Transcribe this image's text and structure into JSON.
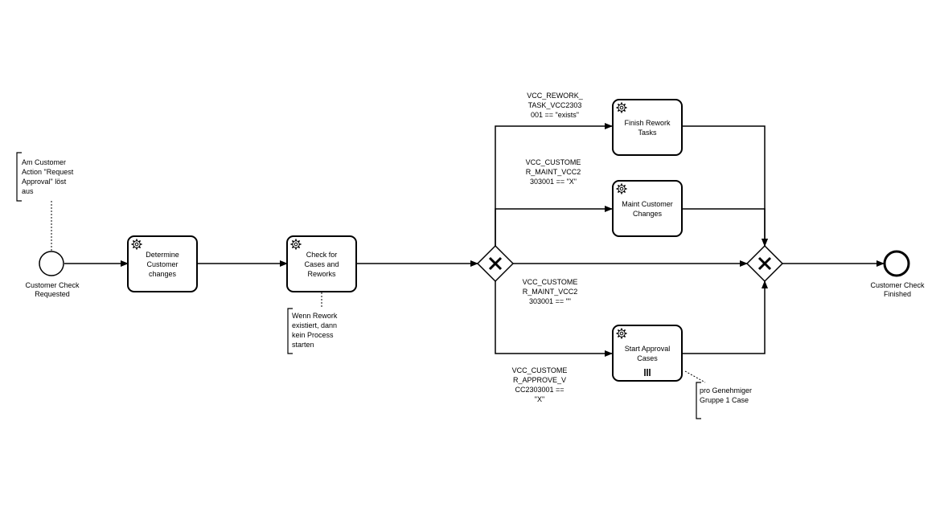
{
  "events": {
    "start": {
      "label": "Customer Check Requested"
    },
    "end": {
      "label": "Customer Check Finished"
    }
  },
  "tasks": {
    "determine": {
      "label": "Determine Customer changes",
      "icon": "gear-icon"
    },
    "check": {
      "label": "Check for Cases and Reworks",
      "icon": "gear-icon"
    },
    "finish_rework": {
      "label": "Finish Rework Tasks",
      "icon": "gear-icon"
    },
    "maint": {
      "label": "Maint Customer Changes",
      "icon": "gear-icon"
    },
    "start_approval": {
      "label": "Start Approval Cases",
      "icon": "gear-icon",
      "marker": "parallel-multi-instance-icon"
    }
  },
  "gateways": {
    "split": {
      "type": "exclusive",
      "marker": "X"
    },
    "join": {
      "type": "exclusive",
      "marker": "X"
    }
  },
  "conditions": {
    "rework": "VCC_REWORK_\nTASK_VCC2303\n001 == \"exists\"",
    "maint": "VCC_CUSTOME\nR_MAINT_VCC2\n303001 == \"X\"",
    "default": "VCC_CUSTOME\nR_MAINT_VCC2\n303001 == \"\"",
    "approve": "VCC_CUSTOME\nR_APPROVE_V\nCC2303001 ==\n\"X\""
  },
  "annotations": {
    "start": "Am Customer\nAction \"Request\nApproval\" löst\naus",
    "check": "Wenn Rework\nexistiert, dann\nkein Process\nstarten",
    "approval": "pro Genehmiger\nGruppe 1 Case"
  },
  "colors": {
    "stroke": "#000000",
    "fill": "#ffffff"
  }
}
